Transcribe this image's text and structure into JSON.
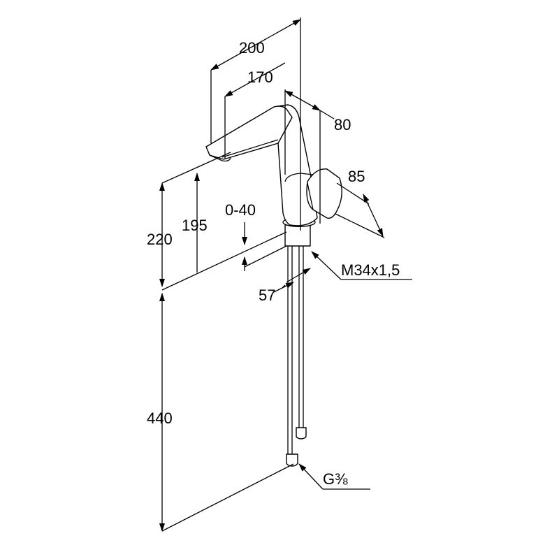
{
  "drawing": {
    "dimensions": {
      "overall_reach": "200",
      "spout_reach": "170",
      "body_depth": "80",
      "handle_size": "85",
      "total_height": "220",
      "spout_height": "195",
      "deck_thickness": "0-40",
      "thread": "M34x1,5",
      "mount_diameter": "57",
      "hose_length": "440",
      "connection": "G⅜"
    },
    "colors": {
      "line": "#000000",
      "background": "#ffffff"
    }
  }
}
